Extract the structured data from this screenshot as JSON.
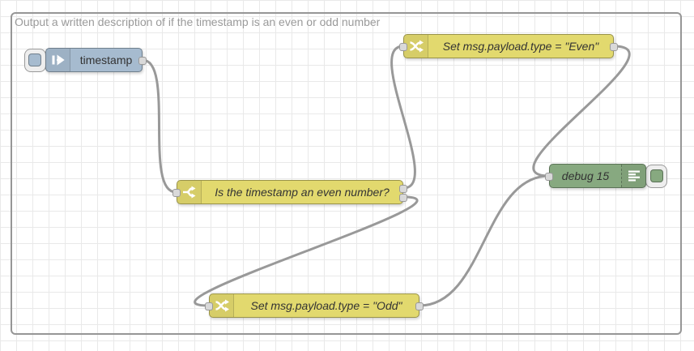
{
  "app": "node-red-flow-editor",
  "group": {
    "label": "Output a written description of if the timestamp is an even or odd number"
  },
  "nodes": [
    {
      "id": "inject-timestamp",
      "type": "inject",
      "label": "timestamp",
      "icon": "inject-arrow-icon",
      "color": "#a6bbcf"
    },
    {
      "id": "switch-even-check",
      "type": "switch",
      "label": "Is the timestamp an even number?",
      "icon": "switch-branch-icon",
      "color": "#e2d96e"
    },
    {
      "id": "change-set-even",
      "type": "change",
      "label": "Set msg.payload.type = \"Even\"",
      "icon": "change-swap-icon",
      "color": "#e2d96e"
    },
    {
      "id": "change-set-odd",
      "type": "change",
      "label": "Set msg.payload.type = \"Odd\"",
      "icon": "change-swap-icon",
      "color": "#e2d96e"
    },
    {
      "id": "debug-15",
      "type": "debug",
      "label": "debug 15",
      "icon": "debug-output-icon",
      "color": "#87a980"
    }
  ],
  "colors": {
    "wire": "#999999",
    "grid_line": "#e9e9e9",
    "port_fill": "#d9d9d9",
    "port_border": "#999999",
    "group_border": "#969696",
    "group_label": "#9a9a9a",
    "node_label": "#333333",
    "inject_fill": "#a6bbcf",
    "function_fill": "#e2d96e",
    "debug_fill": "#87a980"
  }
}
